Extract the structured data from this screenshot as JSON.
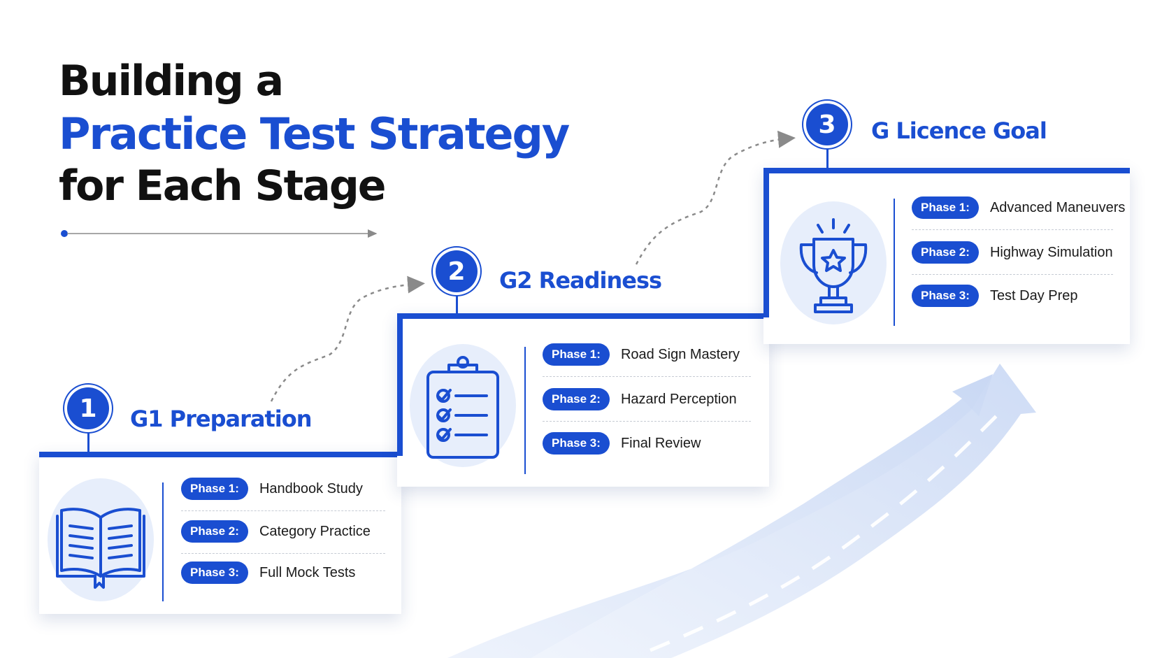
{
  "title": {
    "line1": "Building a",
    "line2": "Practice Test Strategy",
    "line3": "for Each Stage"
  },
  "colors": {
    "accent": "#1a4ed1",
    "heading": "#111111",
    "icon_bg": "#e7eefb",
    "road": "#d6e1f6"
  },
  "stages": [
    {
      "number": "1",
      "title": "G1 Preparation",
      "icon": "open-book-icon",
      "phases": [
        {
          "label": "Phase 1:",
          "text": "Handbook Study"
        },
        {
          "label": "Phase 2:",
          "text": "Category Practice"
        },
        {
          "label": "Phase 3:",
          "text": "Full Mock Tests"
        }
      ]
    },
    {
      "number": "2",
      "title": "G2 Readiness",
      "icon": "clipboard-checklist-icon",
      "phases": [
        {
          "label": "Phase 1:",
          "text": "Road Sign Mastery"
        },
        {
          "label": "Phase 2:",
          "text": "Hazard Perception"
        },
        {
          "label": "Phase 3:",
          "text": "Final Review"
        }
      ]
    },
    {
      "number": "3",
      "title": "G Licence Goal",
      "icon": "trophy-icon",
      "phases": [
        {
          "label": "Phase 1:",
          "text": "Advanced Maneuvers"
        },
        {
          "label": "Phase 2:",
          "text": "Highway Simulation"
        },
        {
          "label": "Phase 3:",
          "text": "Test Day Prep"
        }
      ]
    }
  ]
}
